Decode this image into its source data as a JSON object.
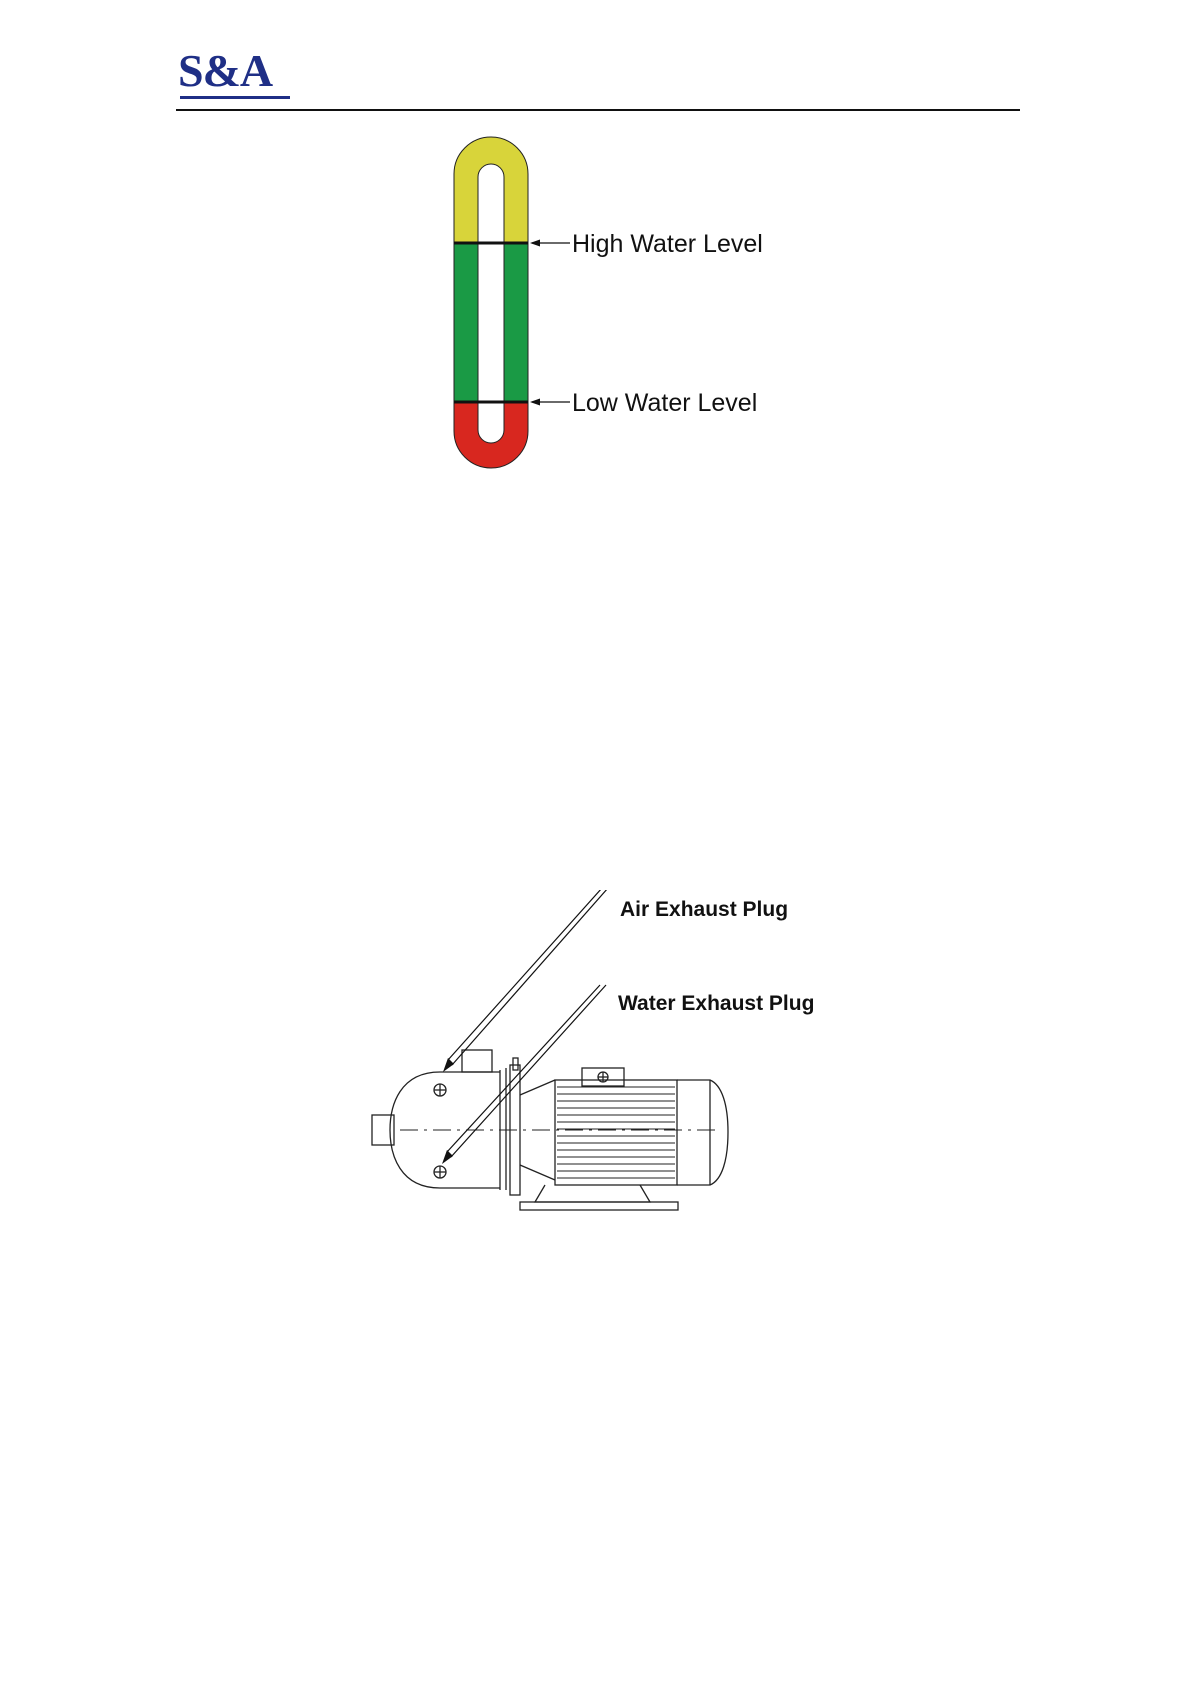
{
  "header": {
    "logo_text": "S&A",
    "brand_color": "#1f2f86"
  },
  "level_gauge": {
    "high_label": "High Water Level",
    "low_label": "Low Water Level",
    "colors": {
      "top": "#d8d43a",
      "middle": "#1a9a45",
      "bottom": "#d8271f"
    }
  },
  "pump_diagram": {
    "air_label": "Air Exhaust Plug",
    "water_label": "Water Exhaust Plug"
  }
}
